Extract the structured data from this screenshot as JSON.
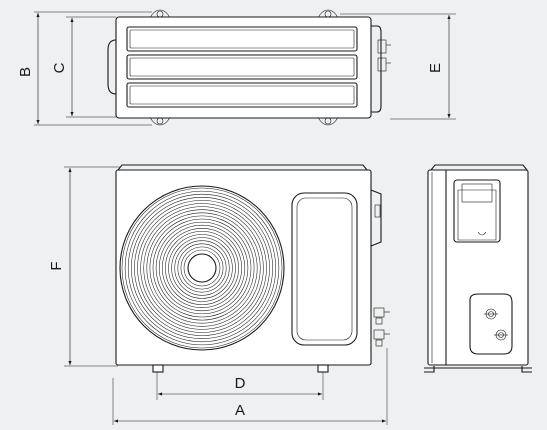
{
  "drawing": {
    "dimension_labels": {
      "a": "A",
      "b": "B",
      "c": "C",
      "d": "D",
      "e": "E",
      "f": "F"
    },
    "colors": {
      "line": "#1a1a1a",
      "background": "#eef0f1",
      "body_fill": "#ffffff"
    }
  }
}
